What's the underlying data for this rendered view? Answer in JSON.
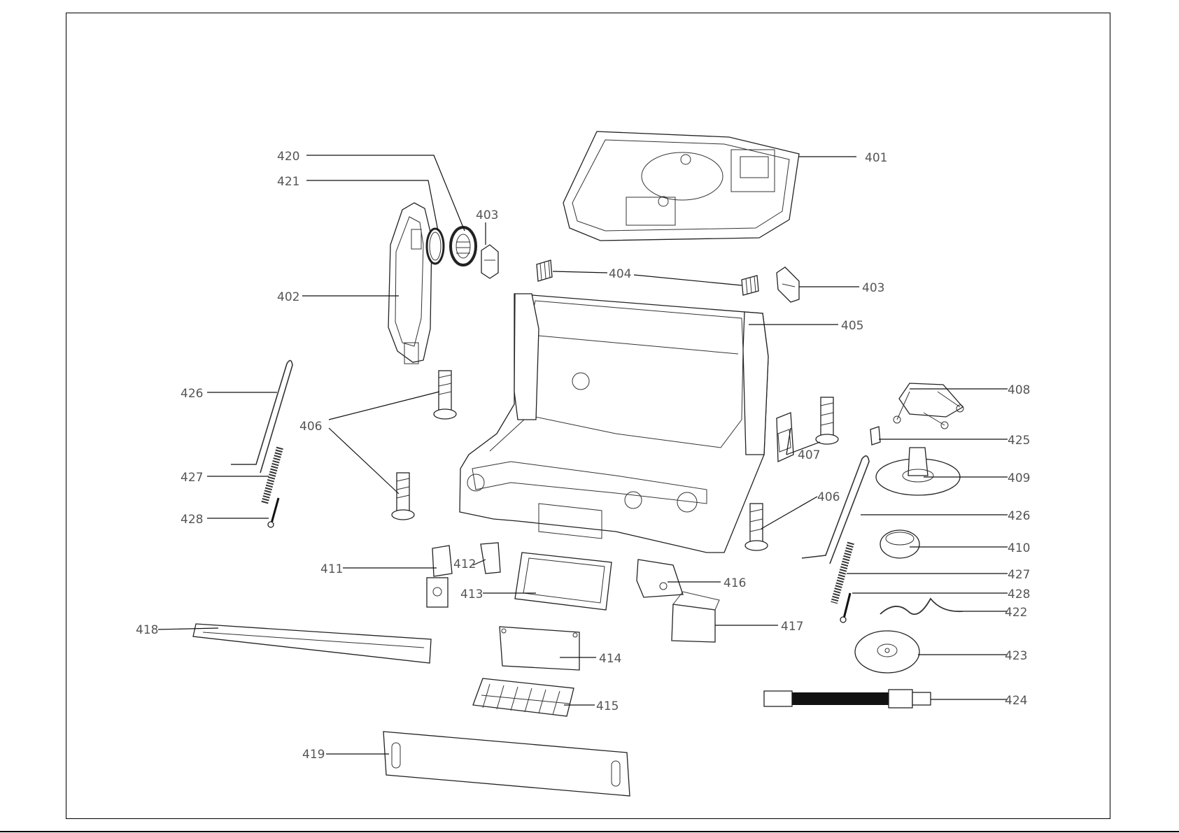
{
  "callouts": [
    {
      "id": "401",
      "text": "401"
    },
    {
      "id": "402",
      "text": "402"
    },
    {
      "id": "403a",
      "text": "403"
    },
    {
      "id": "403b",
      "text": "403"
    },
    {
      "id": "404",
      "text": "404"
    },
    {
      "id": "405",
      "text": "405"
    },
    {
      "id": "406a",
      "text": "406"
    },
    {
      "id": "406b",
      "text": "406"
    },
    {
      "id": "407",
      "text": "407"
    },
    {
      "id": "408",
      "text": "408"
    },
    {
      "id": "409",
      "text": "409"
    },
    {
      "id": "410",
      "text": "410"
    },
    {
      "id": "411",
      "text": "411"
    },
    {
      "id": "412",
      "text": "412"
    },
    {
      "id": "413",
      "text": "413"
    },
    {
      "id": "414",
      "text": "414"
    },
    {
      "id": "415",
      "text": "415"
    },
    {
      "id": "416",
      "text": "416"
    },
    {
      "id": "417",
      "text": "417"
    },
    {
      "id": "418",
      "text": "418"
    },
    {
      "id": "419",
      "text": "419"
    },
    {
      "id": "420",
      "text": "420"
    },
    {
      "id": "421",
      "text": "421"
    },
    {
      "id": "422",
      "text": "422"
    },
    {
      "id": "423",
      "text": "423"
    },
    {
      "id": "424",
      "text": "424"
    },
    {
      "id": "425",
      "text": "425"
    },
    {
      "id": "426a",
      "text": "426"
    },
    {
      "id": "426b",
      "text": "426"
    },
    {
      "id": "427a",
      "text": "427"
    },
    {
      "id": "427b",
      "text": "427"
    },
    {
      "id": "428a",
      "text": "428"
    },
    {
      "id": "428b",
      "text": "428"
    }
  ]
}
